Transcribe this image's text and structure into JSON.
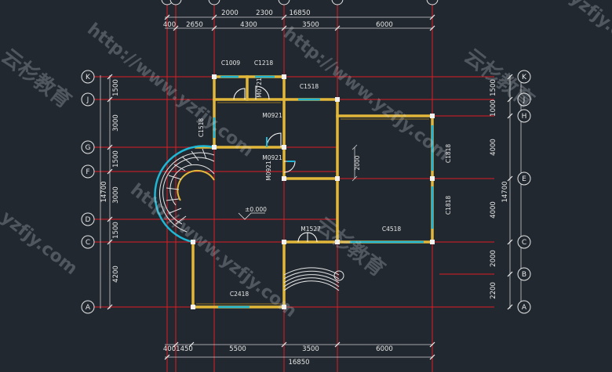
{
  "colors": {
    "background": "#212830",
    "wall": "#e3b83a",
    "column": "#f2f2f2",
    "axis_line": "#e01b24",
    "dimension_line": "#d0d0d0",
    "window": "#1fb7d4",
    "door": "#ffffff"
  },
  "top_dimensions": {
    "row1": [
      "2000",
      "2300",
      "16850"
    ],
    "row2": [
      "400",
      "2650",
      "4300",
      "3500",
      "6000"
    ]
  },
  "bottom_dimensions": {
    "row1": [
      "400",
      "1450",
      "5500",
      "3500",
      "6000"
    ],
    "row2": [
      "16850"
    ]
  },
  "left_dimensions": {
    "segments": [
      "1500",
      "3000",
      "1500",
      "3000",
      "1500",
      "4200"
    ],
    "total": "14700"
  },
  "right_dimensions": {
    "segments": [
      "1500",
      "1000",
      "4000",
      "4000",
      "2000",
      "2200"
    ],
    "total": "14700"
  },
  "left_axes": [
    "K",
    "J",
    "G",
    "F",
    "D",
    "C",
    "A"
  ],
  "right_axes": [
    "K",
    "J",
    "H",
    "E",
    "C",
    "B",
    "A"
  ],
  "labels": {
    "c1009": "C1009",
    "c1218": "C1218",
    "c1518_top": "C1518",
    "m0721": "M0721",
    "m0921_a": "M0921",
    "c1518_left": "C1518",
    "m0921_b": "M0921",
    "m0921_c": "M0921",
    "dim_2000": "2000",
    "c1818_a": "C1818",
    "c1818_b": "C1818",
    "elevation": "±0.000",
    "m1527": "M1527",
    "c4518": "C4518",
    "c2418": "C2418"
  },
  "watermarks": {
    "url": "http://www.yzfjy.com",
    "brand": "云杉教育",
    "fragment": "yzfjy.com"
  }
}
